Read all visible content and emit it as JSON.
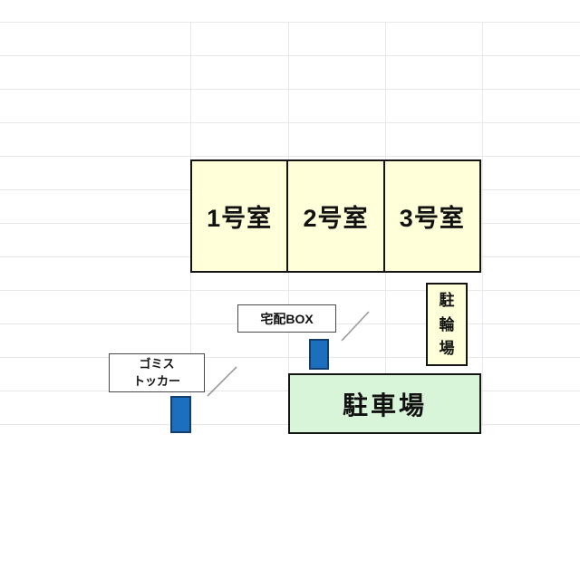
{
  "plan": {
    "rooms": [
      {
        "label": "1号室"
      },
      {
        "label": "2号室"
      },
      {
        "label": "3号室"
      }
    ],
    "bike_parking": {
      "label": "駐輪場",
      "chars": [
        "駐",
        "輪",
        "場"
      ]
    },
    "delivery_box": {
      "label": "宅配BOX"
    },
    "garbage_stocker": {
      "line1": "ゴミス",
      "line2": "トッカー"
    },
    "car_parking": {
      "label": "駐車場"
    }
  },
  "colors": {
    "room_fill": "#ffffd9",
    "bike_fill": "#ffffd9",
    "parking_fill": "#d9f5d9",
    "marker_fill": "#1c6fbf",
    "marker_border": "#143f6e",
    "outline": "#141414",
    "gridline": "#e8e8e8",
    "callout_line": "#9a9a9a"
  }
}
